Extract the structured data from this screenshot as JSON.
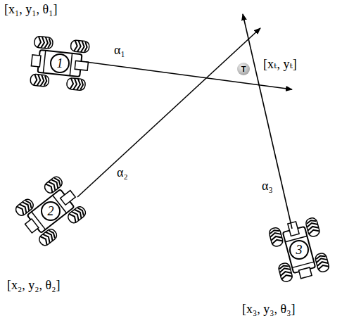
{
  "diagram": {
    "nodes": [
      {
        "text": [
          "1"
        ]
      },
      {
        "text": [
          "2"
        ]
      },
      {
        "text": [
          "3"
        ]
      },
      {
        "text": [
          "T"
        ]
      }
    ],
    "labels": [
      "[x₁, y₁, θ₁]",
      "α₁",
      "[xₜ, yₜ]",
      "α₂",
      "α₃",
      "[x₂, y₂, θ₂]",
      "[x₃, y₃, θ₃]"
    ]
  }
}
